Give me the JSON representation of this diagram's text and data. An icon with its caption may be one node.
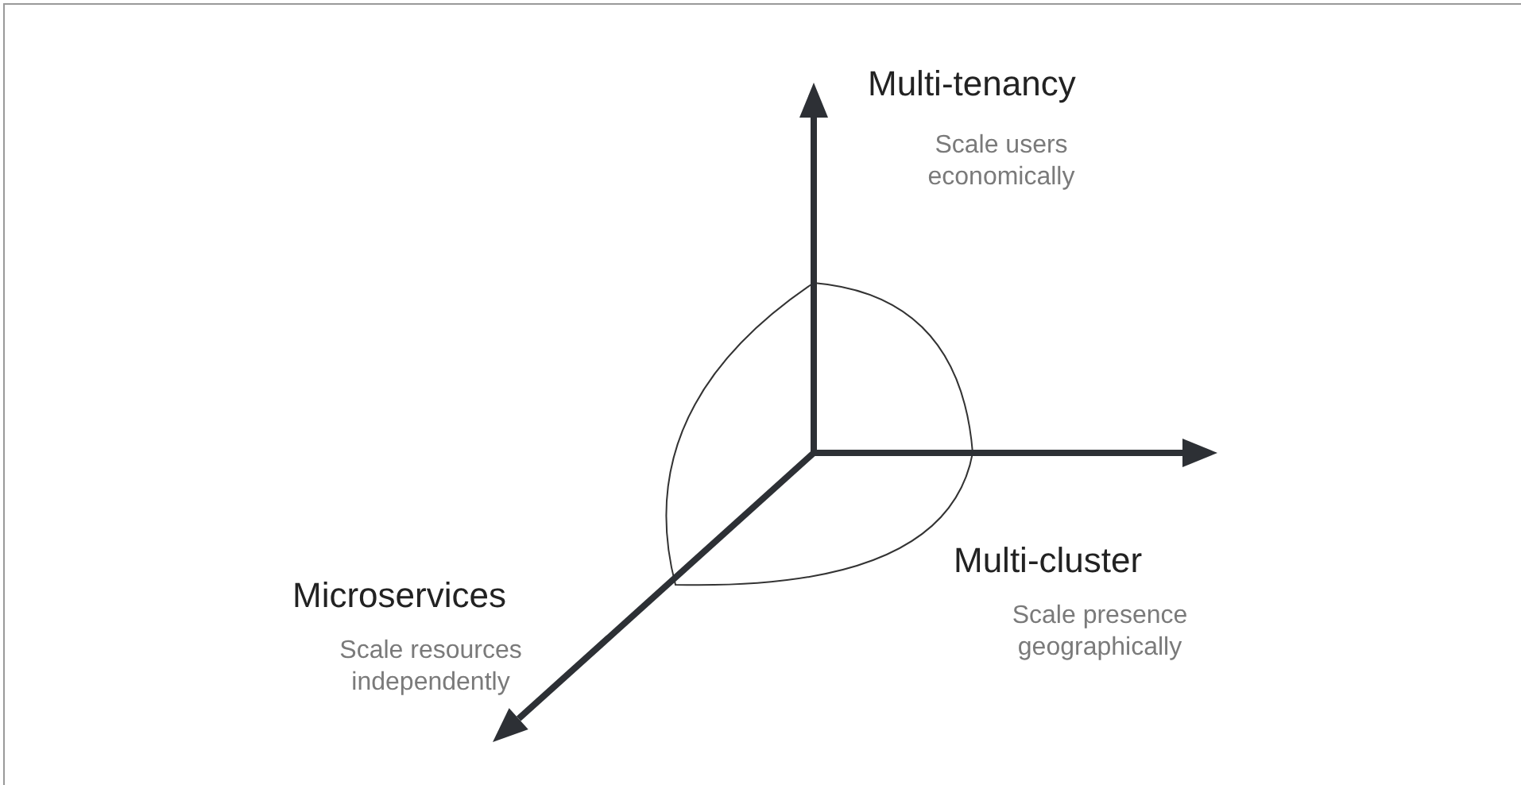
{
  "diagram": {
    "labels": [
      "Multi-tenancy",
      "Scale users economically",
      "Multi-cluster",
      "Scale presence geographically",
      "Microservices",
      "Scale resources independently"
    ]
  }
}
